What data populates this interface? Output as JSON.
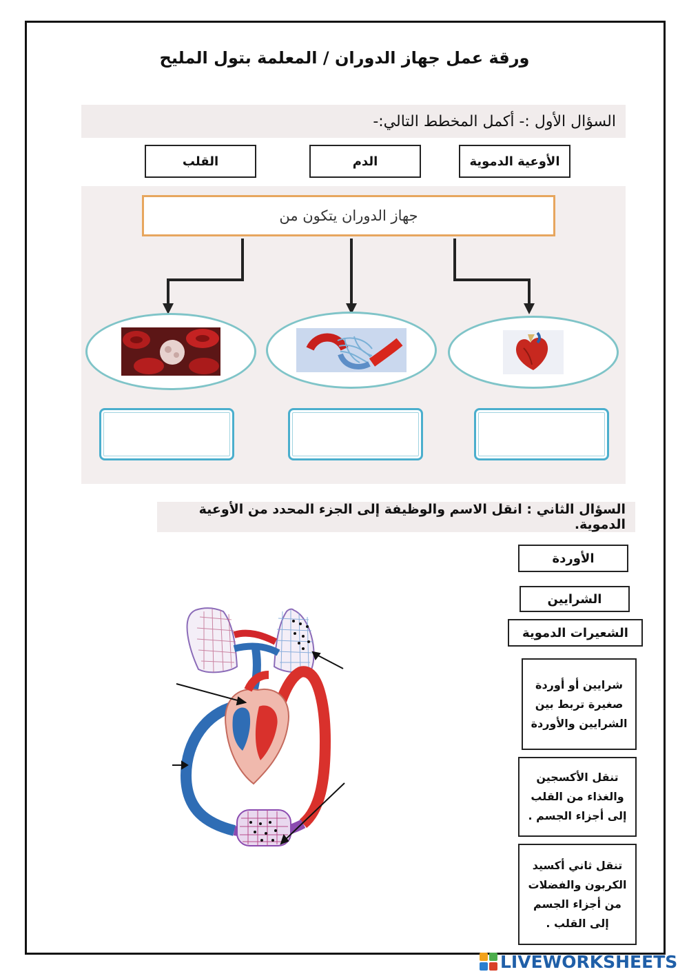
{
  "title": "ورقة عمل جهاز الدوران  /  المعلمة بتول المليح",
  "question1": {
    "prompt": "السؤال الأول :- أكمل المخطط التالي:-",
    "word_bank": [
      "الأوعية الدموية",
      "الدم",
      "القلب"
    ],
    "root": "جهاز الدوران يتكون من"
  },
  "question2": {
    "prompt": "السؤال الثاني : انقل الاسم والوظيفة إلى الجزء المحدد من الأوعية الدموية.",
    "names": [
      "الأوردة",
      "الشرايين",
      "الشعيرات الدموية"
    ],
    "functions": [
      "شرايين أو أوردة صغيرة  تربط بين الشرايين والأوردة",
      "تنقل الأكسجين والغذاء من القلب إلى أجزاء الجسم .",
      "تنقل ثاني أكسيد الكربون والفضلات من أجزاء الجسم إلى القلب ."
    ]
  },
  "footer": {
    "brand": "LIVEWORKSHEETS"
  },
  "colors": {
    "oval_border": "#7fc4c8",
    "answer_border": "#4aaecd",
    "root_border": "#e7a65e",
    "band": "#f1ecec",
    "brand": "#1f5fa8"
  }
}
